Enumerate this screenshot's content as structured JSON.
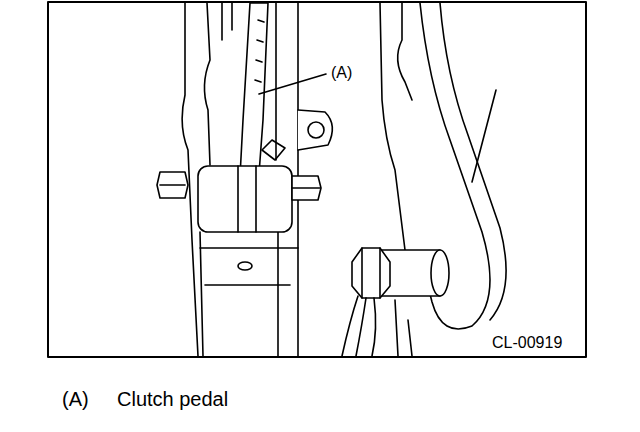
{
  "diagram": {
    "labels": [
      "(A)",
      "CL-00919",
      "(A)",
      "Clutch pedal"
    ]
  }
}
